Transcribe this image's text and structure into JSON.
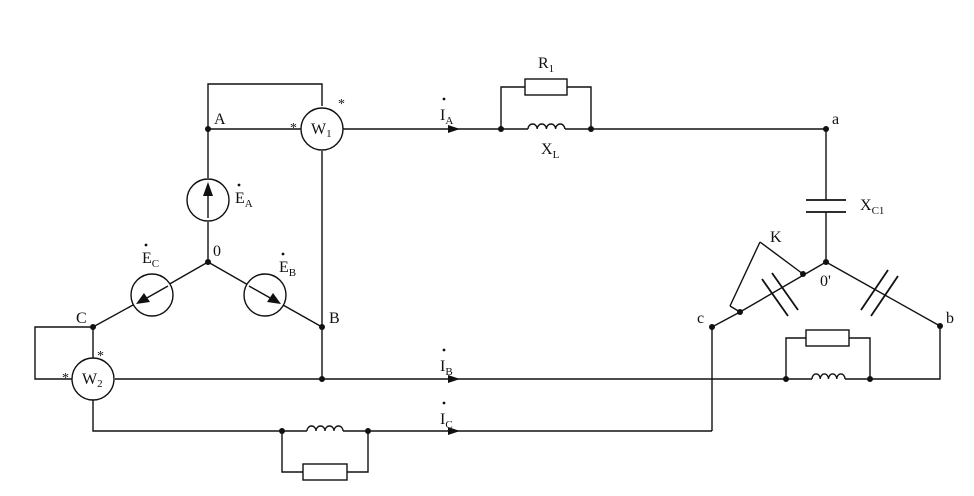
{
  "nodes": {
    "A": "A",
    "B": "B",
    "C": "C",
    "zero": "0",
    "a": "a",
    "b": "b",
    "c": "c",
    "zero_prime": "0'"
  },
  "sources": {
    "EA": {
      "letter": "E",
      "sub": "A"
    },
    "EB": {
      "letter": "E",
      "sub": "B"
    },
    "EC": {
      "letter": "E",
      "sub": "C"
    }
  },
  "wattmeters": {
    "W1": {
      "letter": "W",
      "sub": "1"
    },
    "W2": {
      "letter": "W",
      "sub": "2"
    }
  },
  "currents": {
    "IA": {
      "letter": "I",
      "sub": "A"
    },
    "IB": {
      "letter": "I",
      "sub": "B"
    },
    "IC": {
      "letter": "I",
      "sub": "C"
    }
  },
  "components": {
    "R1": {
      "letter": "R",
      "sub": "1"
    },
    "XL": {
      "letter": "X",
      "sub": "L"
    },
    "XC1": {
      "letter": "X",
      "sub": "C1"
    },
    "switch": "K"
  },
  "marks": {
    "star": "*"
  }
}
